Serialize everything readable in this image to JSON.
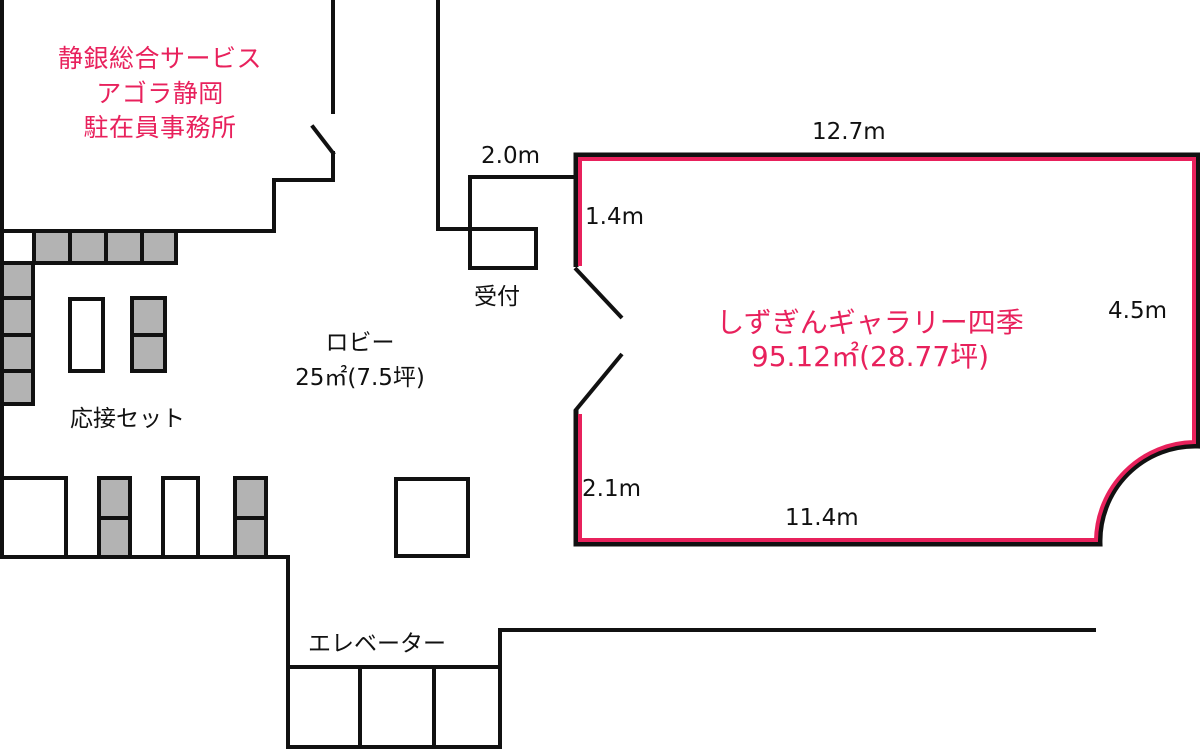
{
  "colors": {
    "wall": "#111111",
    "accent": "#e8215c",
    "furniture_fill": "#b3b3b3",
    "background": "#ffffff"
  },
  "rooms": {
    "office": {
      "lines": [
        "静銀総合サービス",
        "アゴラ静岡",
        "駐在員事務所"
      ]
    },
    "lobby": {
      "name": "ロビー",
      "area": "25㎡(7.5坪)"
    },
    "reception": {
      "name": "受付"
    },
    "seating": {
      "name": "応接セット"
    },
    "elevator": {
      "name": "エレベーター"
    },
    "gallery": {
      "name": "しずぎんギャラリー四季",
      "area": "95.12㎡(28.77坪)"
    }
  },
  "dimensions": {
    "reception_width": "2.0m",
    "gallery_top": "12.7m",
    "gallery_left_upper": "1.4m",
    "gallery_right": "4.5m",
    "gallery_left_lower": "2.1m",
    "gallery_bottom": "11.4m"
  }
}
